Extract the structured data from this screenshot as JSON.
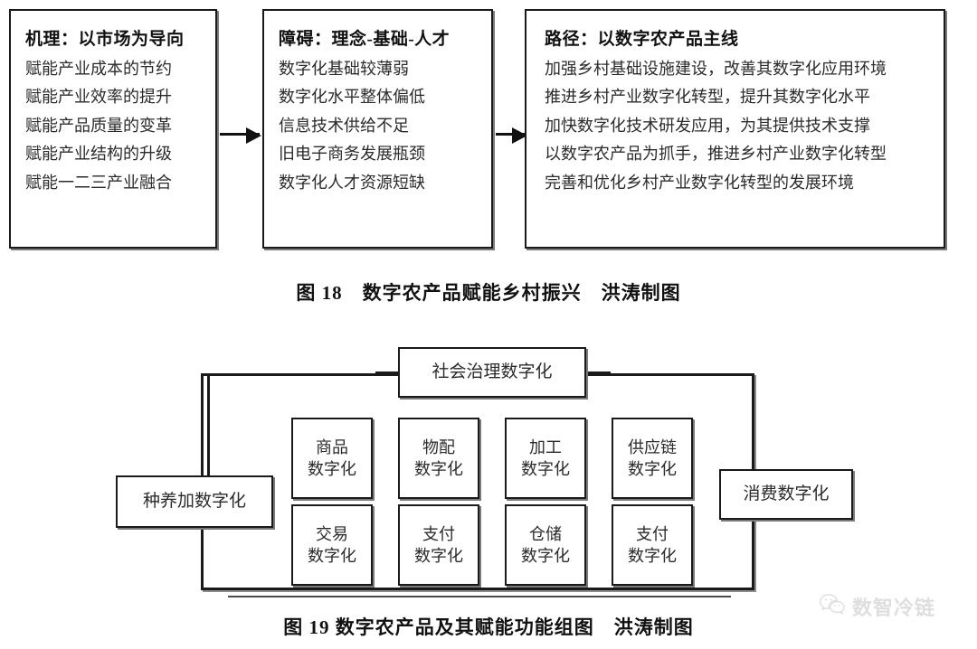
{
  "figure18": {
    "panels": [
      {
        "title": "机理：以市场为导向",
        "lines": [
          "赋能产业成本的节约",
          "赋能产业效率的提升",
          "赋能产品质量的变革",
          "赋能产业结构的升级",
          "赋能一二三产业融合"
        ]
      },
      {
        "title": "障碍：理念-基础-人才",
        "lines": [
          "数字化基础较薄弱",
          "数字化水平整体偏低",
          "信息技术供给不足",
          "旧电子商务发展瓶颈",
          "数字化人才资源短缺"
        ]
      },
      {
        "title": "路径：以数字农产品主线",
        "lines": [
          "加强乡村基础设施建设，改善其数字化应用环境",
          "推进乡村产业数字化转型，提升其数字化水平",
          "加快数字化技术研发应用，为其提供技术支撑",
          "以数字农产品为抓手，推进乡村产业数字化转型",
          "完善和优化乡村产业数字化转型的发展环境"
        ]
      }
    ],
    "caption": "图 18　数字农产品赋能乡村振兴　洪涛制图"
  },
  "figure19": {
    "top_node": "社会治理数字化",
    "left_node": "种养加数字化",
    "right_node": "消费数字化",
    "grid_row_1": [
      "商品\n数字化",
      "物配\n数字化",
      "加工\n数字化",
      "供应链\n数字化"
    ],
    "grid_row_2": [
      "交易\n数字化",
      "支付\n数字化",
      "仓储\n数字化",
      "支付\n数字化"
    ],
    "caption": "图 19  数字农产品及其赋能功能组图　洪涛制图"
  },
  "watermark": {
    "label": "数智冷链",
    "icon": "wechat-icon"
  },
  "colors": {
    "ink": "#1a1a1a",
    "text": "#2b2b2b",
    "shadow": "#7a7a7a",
    "watermark": "#9a9a9a",
    "background": "#ffffff"
  }
}
